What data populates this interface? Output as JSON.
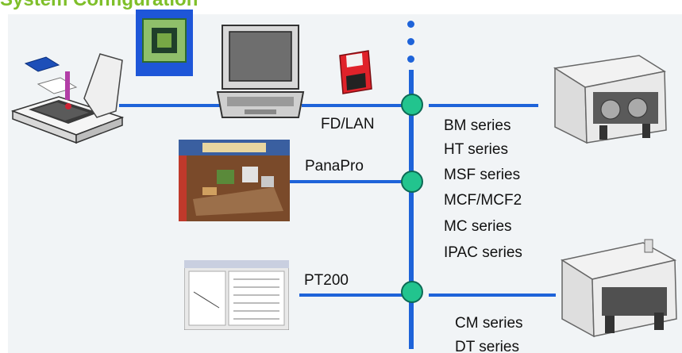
{
  "title": "System Configuration",
  "connections": [
    "FD/LAN",
    "PanaPro",
    "PT200"
  ],
  "series_upper": [
    "BM series",
    "HT series",
    "MSF series",
    "MCF/MCF2",
    "MC series",
    "IPAC series"
  ],
  "series_lower": [
    "CM series",
    "DT series"
  ],
  "colors": {
    "network_line": "#1e63d9",
    "node_fill": "#22c48e",
    "title": "#7fbf2a",
    "background": "#f1f4f6"
  },
  "icons": [
    "design-workstation-illustration",
    "chip-icon",
    "laptop-icon",
    "floppy-disk-icon",
    "panapro-screen-illustration",
    "pt200-screen-illustration",
    "placement-machine-upper",
    "placement-machine-lower"
  ]
}
